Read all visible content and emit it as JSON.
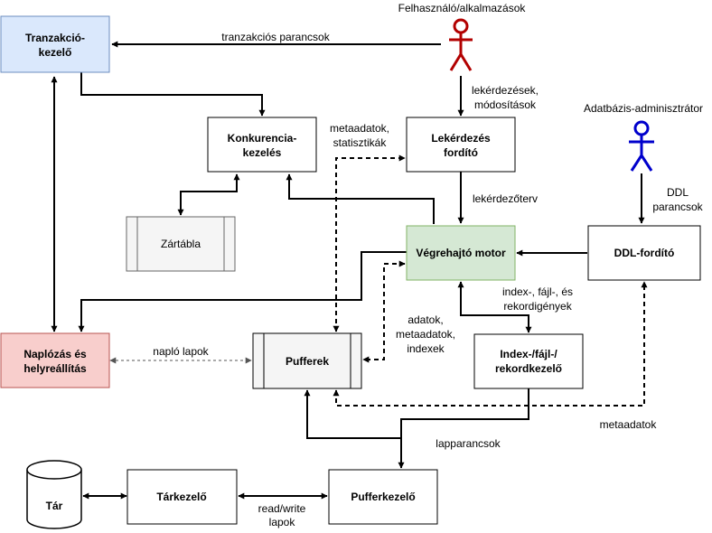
{
  "colors": {
    "transaction_fill": "#dae8fc",
    "transaction_stroke": "#6c8ebf",
    "executor_fill": "#d5e8d4",
    "executor_stroke": "#82b366",
    "logging_fill": "#f8cecc",
    "logging_stroke": "#b85450",
    "lock_fill": "#f5f5f5",
    "lock_stroke": "#666666",
    "user_actor": "#b20000",
    "admin_actor": "#0000cc"
  },
  "actors": {
    "user": "Felhasználó/alkalmazások",
    "admin": "Adatbázis-adminisztrátor"
  },
  "nodes": {
    "transaction_manager": [
      "Tranzakció-",
      "kezelő"
    ],
    "concurrency": [
      "Konkurencia-",
      "kezelés"
    ],
    "query_compiler": [
      "Lekérdezés",
      "fordító"
    ],
    "lock_table": "Zártábla",
    "executor": "Végrehajtó motor",
    "ddl_compiler": "DDL-fordító",
    "logging": [
      "Naplózás és",
      "helyreállítás"
    ],
    "buffers": "Pufferek",
    "index_manager": [
      "Index-/fájl-/",
      "rekordkezelő"
    ],
    "storage": "Tár",
    "storage_manager": "Tárkezelő",
    "buffer_manager": "Pufferkezelő"
  },
  "edges": {
    "transaction_commands": "tranzakciós parancsok",
    "queries": [
      "lekérdezések,",
      "módosítások"
    ],
    "metadata_stats": [
      "metaadatok,",
      "statisztikák"
    ],
    "query_plan": "lekérdezőterv",
    "ddl_commands": [
      "DDL",
      "parancsok"
    ],
    "index_requests": [
      "index-, fájl-, és",
      "rekordigények"
    ],
    "data_meta_index": [
      "adatok,",
      "metaadatok,",
      "indexek"
    ],
    "log_pages": "napló lapok",
    "metadata": "metaadatok",
    "page_commands": "lapparancsok",
    "read_write_pages": [
      "read/write",
      "lapok"
    ]
  }
}
